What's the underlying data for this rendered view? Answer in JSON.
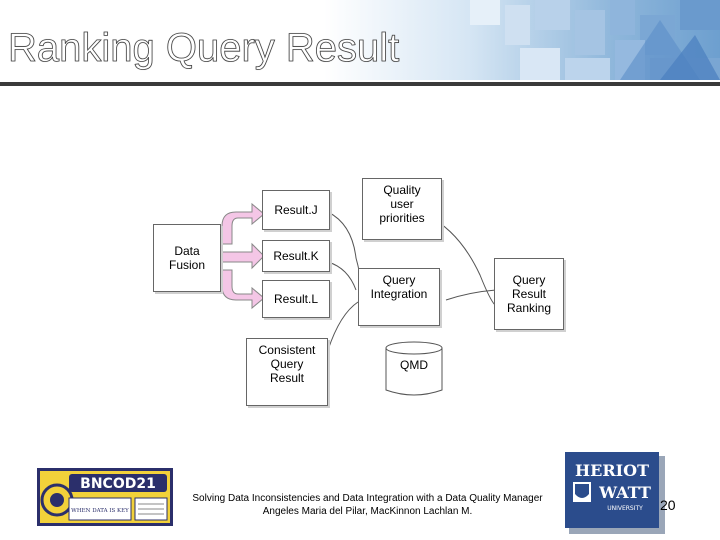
{
  "slide": {
    "title": "Ranking Query Result",
    "page_number": "20"
  },
  "diagram": {
    "data_fusion": "Data\nFusion",
    "result_j": "Result.J",
    "result_k": "Result.K",
    "result_l": "Result.L",
    "quality_priorities": "Quality\nuser\npriorities",
    "query_integration": "Query\nIntegration",
    "query_result_ranking": "Query\nResult\nRanking",
    "consistent_query_result": "Consistent\nQuery\nResult",
    "qmd": "QMD"
  },
  "footer": {
    "line1": "Solving Data Inconsistencies and Data Integration with a Data Quality Manager",
    "line2": "Angeles Maria del Pilar, MacKinnon Lachlan M."
  },
  "logos": {
    "left_name": "BNCOD21",
    "left_tagline": "WHEN DATA IS KEY",
    "right_line1": "HERIOT",
    "right_line2": "WATT",
    "right_line3": "UNIVERSITY"
  },
  "colors": {
    "title_text": "#ffffff",
    "header_blue": "#6d9fcf",
    "arrow_fill": "#f4c6e6",
    "arrow_stroke": "#888888",
    "hw_blue": "#2b4c8c",
    "bncod_yellow": "#f2d13a"
  }
}
